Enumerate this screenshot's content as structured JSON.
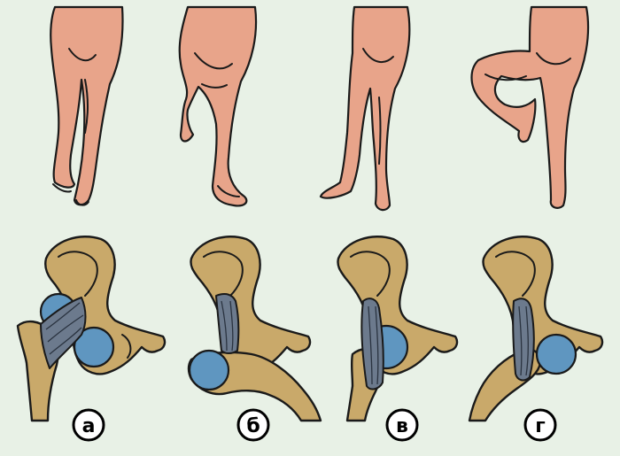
{
  "colors": {
    "background": "#e8f1e6",
    "skin": "#e8a48a",
    "bone": "#c9a96a",
    "femoral_head": "#5f96c0",
    "ligament": "#6c7a8d"
  },
  "panels": [
    {
      "label": "а"
    },
    {
      "label": "б"
    },
    {
      "label": "в"
    },
    {
      "label": "г"
    }
  ]
}
